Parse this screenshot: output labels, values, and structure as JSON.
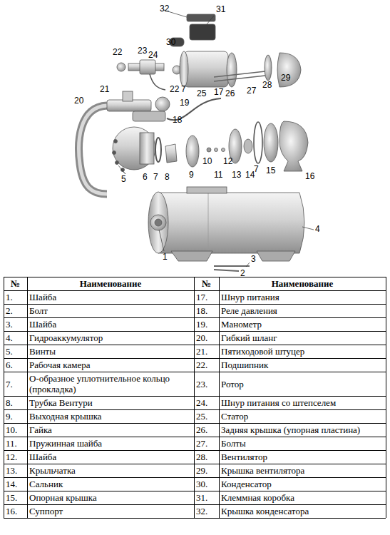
{
  "diagram": {
    "labels": [
      "32",
      "31",
      "30",
      "22",
      "23",
      "24",
      "21",
      "20",
      "19",
      "18",
      "17",
      "22",
      "7",
      "25",
      "26",
      "27",
      "28",
      "29",
      "5",
      "6",
      "7",
      "8",
      "9",
      "10",
      "11",
      "12",
      "13",
      "14",
      "7",
      "15",
      "16",
      "4",
      "1",
      "3",
      "2",
      "№",
      "Наименование",
      "№",
      "Наименование",
      "1.",
      "Шайба",
      "17.",
      "Шнур питания",
      "2.",
      "Болт",
      "18.",
      "Реле давления",
      "3.",
      "Шайба",
      "19.",
      "Манометр",
      "4.",
      "Гидроаккумулятор",
      "20.",
      "Гибкий шланг",
      "5.",
      "Винты",
      "21.",
      "Пятиходовой штуцер",
      "6.",
      "Рабочая камера",
      "22.",
      "Подшипник",
      "7.",
      "О-образное уплотнительное кольцо (прокладка)",
      "23.",
      "Ротор",
      "8.",
      "Трубка Вентури",
      "24.",
      "Шнур питания со штепселем",
      "9.",
      "Выходная крышка",
      "25.",
      "Статор",
      "10.",
      "Гайка",
      "26.",
      "Задняя крышка (упорная пластина)",
      "11.",
      "Пружинная шайба",
      "27.",
      "Болты",
      "12.",
      "Шайба",
      "28.",
      "Вентилятор",
      "13.",
      "Крыльчатка",
      "29.",
      "Крышка вентилятора",
      "14.",
      "Сальник",
      "30.",
      "Конденсатор",
      "15.",
      "Опорная крышка",
      "31.",
      "Клеммная коробка",
      "16.",
      "Суппорт",
      "32.",
      "Крышка конденсатора"
    ]
  }
}
